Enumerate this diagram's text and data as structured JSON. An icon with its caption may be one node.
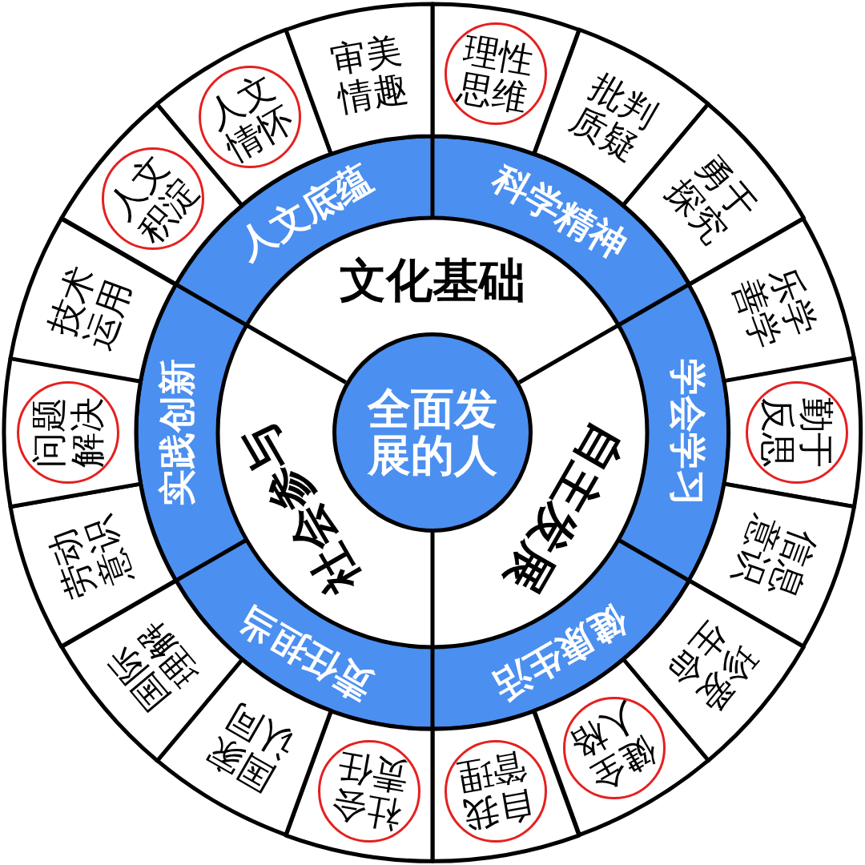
{
  "diagram": {
    "nodes": [
      {
        "text": [
          "全面发展的人"
        ]
      },
      {
        "text": [
          "文化基础"
        ]
      },
      {
        "text": [
          "自主发展"
        ]
      },
      {
        "text": [
          "社会参与"
        ]
      },
      {
        "text": [
          "科学精神"
        ]
      },
      {
        "text": [
          "学会学习"
        ]
      },
      {
        "text": [
          "健康生活"
        ]
      },
      {
        "text": [
          "责任担当"
        ]
      },
      {
        "text": [
          "实践创新"
        ]
      },
      {
        "text": [
          "人文底蕴"
        ]
      },
      {
        "text": [],
        "shape": "box"
      },
      {
        "text": [
          "理性思维"
        ],
        "in": 10
      },
      {
        "text": [
          "批判质疑"
        ]
      },
      {
        "text": [
          "勇于探究"
        ]
      },
      {
        "text": [
          "乐学善学"
        ]
      },
      {
        "text": [],
        "shape": "box"
      },
      {
        "text": [
          "勤于反思"
        ],
        "in": 15
      },
      {
        "text": [
          "信息意识"
        ]
      },
      {
        "text": [
          "珍爱生命"
        ]
      },
      {
        "text": [],
        "shape": "box"
      },
      {
        "text": [
          "健全人格"
        ],
        "in": 19
      },
      {
        "text": [],
        "shape": "box"
      },
      {
        "text": [
          "自我管理"
        ],
        "in": 21
      },
      {
        "text": [],
        "shape": "box"
      },
      {
        "text": [
          "社会责任"
        ],
        "in": 23
      },
      {
        "text": [
          "国家认同"
        ]
      },
      {
        "text": [
          "国际理解"
        ]
      },
      {
        "text": [
          "劳动意识"
        ]
      },
      {
        "text": [],
        "shape": "box"
      },
      {
        "text": [
          "问题解决"
        ],
        "in": 28
      },
      {
        "text": [
          "技术运用"
        ]
      },
      {
        "text": [],
        "shape": "box"
      },
      {
        "text": [
          "人文积淀"
        ],
        "in": 31
      },
      {
        "text": [],
        "shape": "box"
      },
      {
        "text": [
          "人文情怀"
        ],
        "in": 33
      },
      {
        "text": [
          "审美情趣"
        ]
      }
    ]
  }
}
